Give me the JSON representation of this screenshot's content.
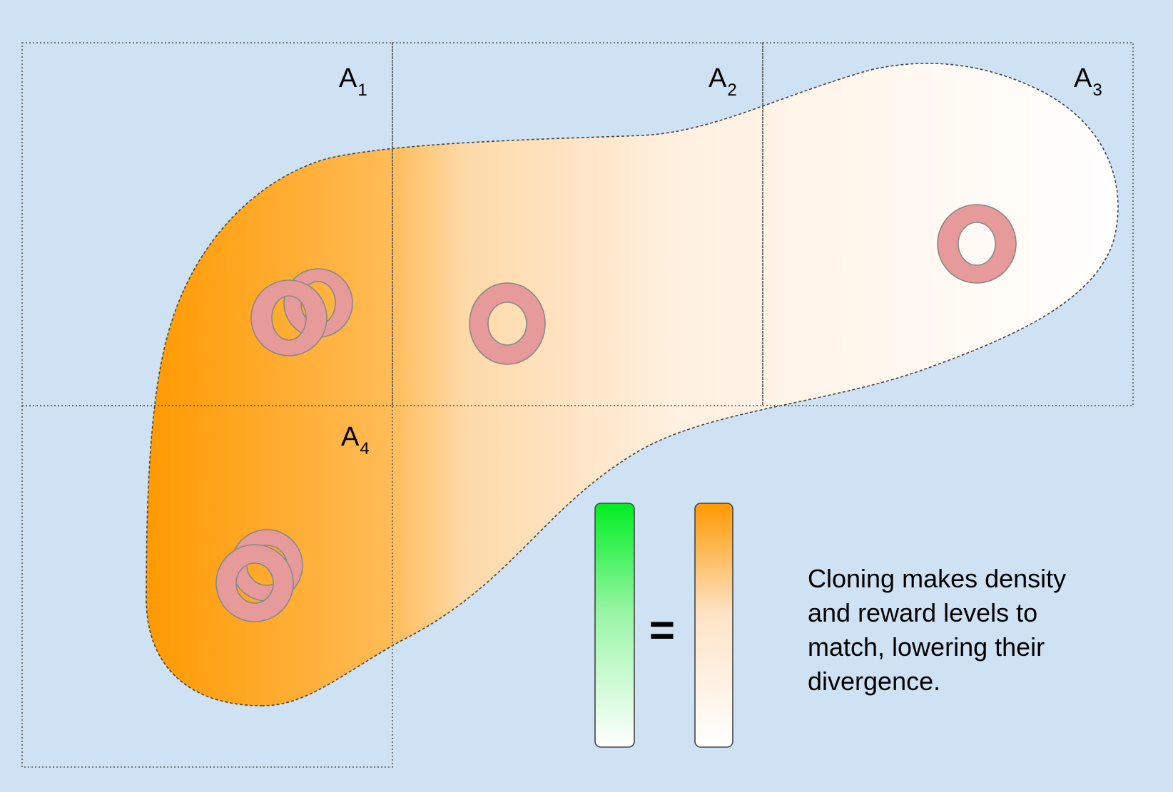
{
  "regions": [
    {
      "letter": "A",
      "sub": "1"
    },
    {
      "letter": "A",
      "sub": "2"
    },
    {
      "letter": "A",
      "sub": "3"
    },
    {
      "letter": "A",
      "sub": "4"
    }
  ],
  "equals_sign": "=",
  "caption_lines": [
    "Cloning makes density",
    "and reward levels to",
    "match, lowering their",
    "divergence."
  ],
  "colors": {
    "background": "#cfe2f3",
    "density_dark": "#ff9900",
    "density_light": "#ffffff",
    "reward_green": "#00ee22",
    "walker_ring": "#e69a9a",
    "walker_outline": "#888888"
  },
  "walker_icon": "ring-icon"
}
